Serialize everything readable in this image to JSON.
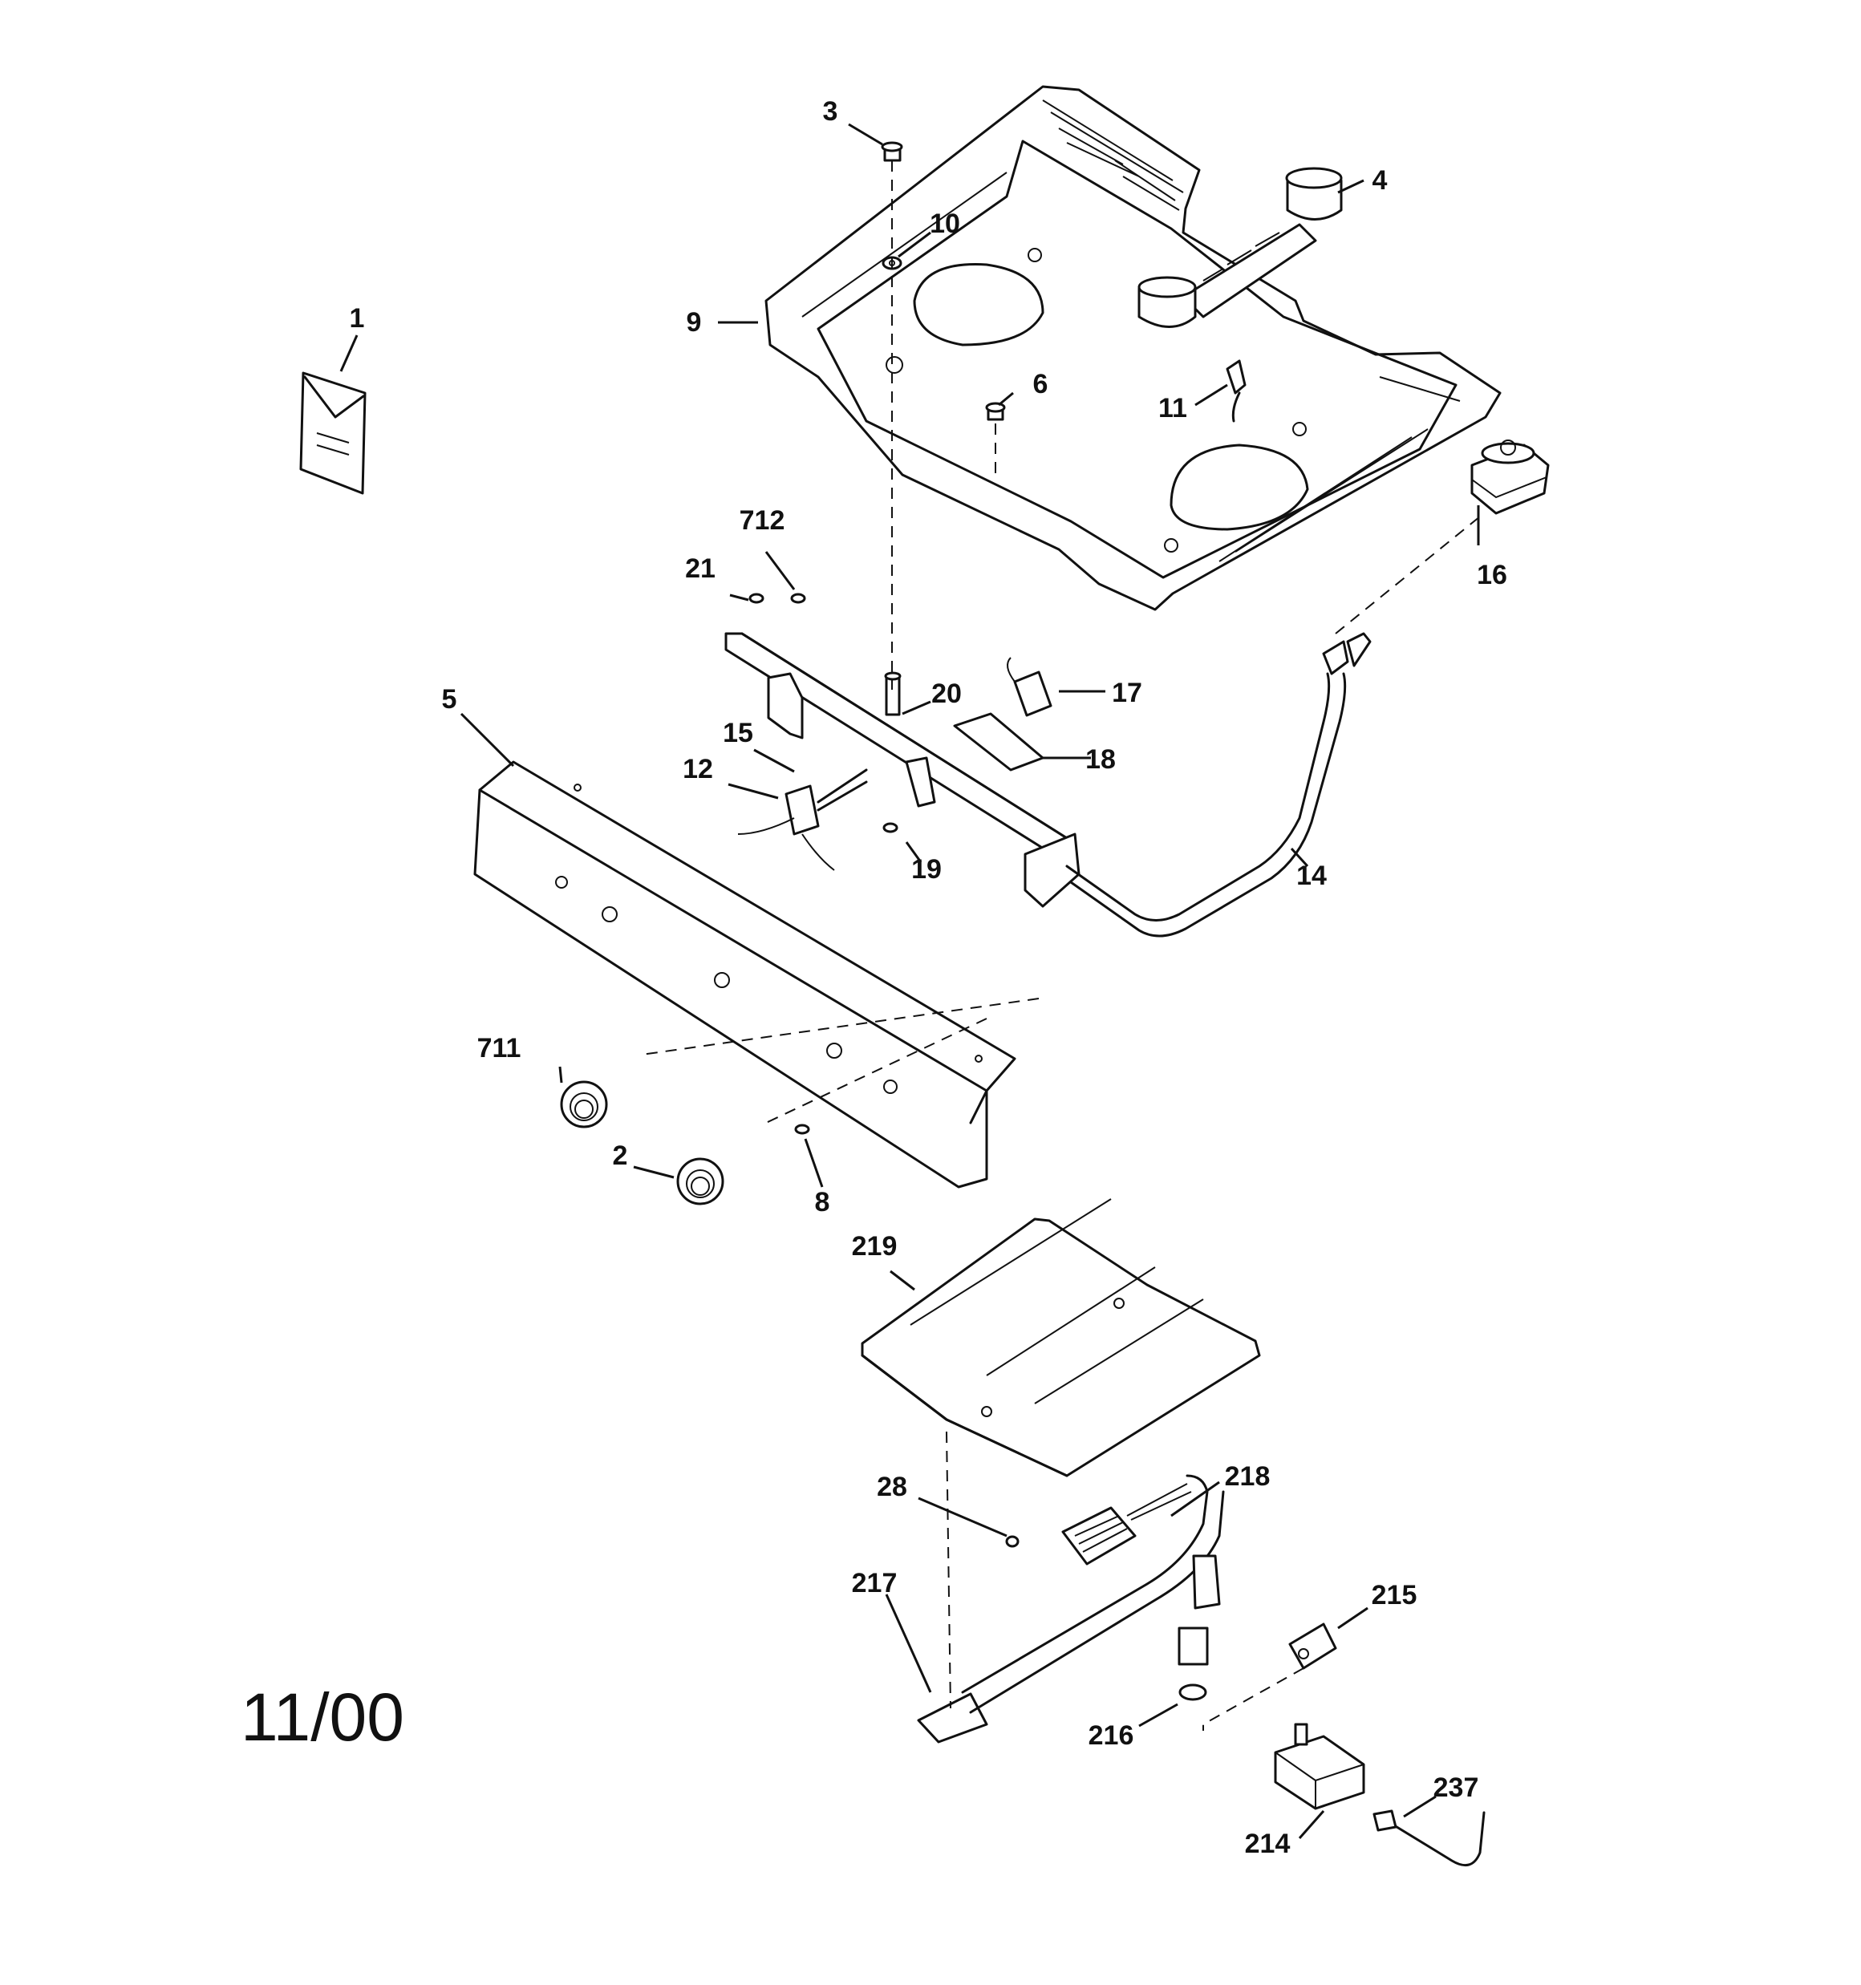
{
  "date_code": "11/00",
  "labels": {
    "l1": "1",
    "l2": "2",
    "l3": "3",
    "l4": "4",
    "l5": "5",
    "l6": "6",
    "l8": "8",
    "l9": "9",
    "l10": "10",
    "l11": "11",
    "l12": "12",
    "l14": "14",
    "l15": "15",
    "l16": "16",
    "l17": "17",
    "l18": "18",
    "l19": "19",
    "l20": "20",
    "l21": "21",
    "l28": "28",
    "l711": "711",
    "l712": "712",
    "l214": "214",
    "l215": "215",
    "l216": "216",
    "l217": "217",
    "l218": "218",
    "l219": "219",
    "l237": "237"
  }
}
